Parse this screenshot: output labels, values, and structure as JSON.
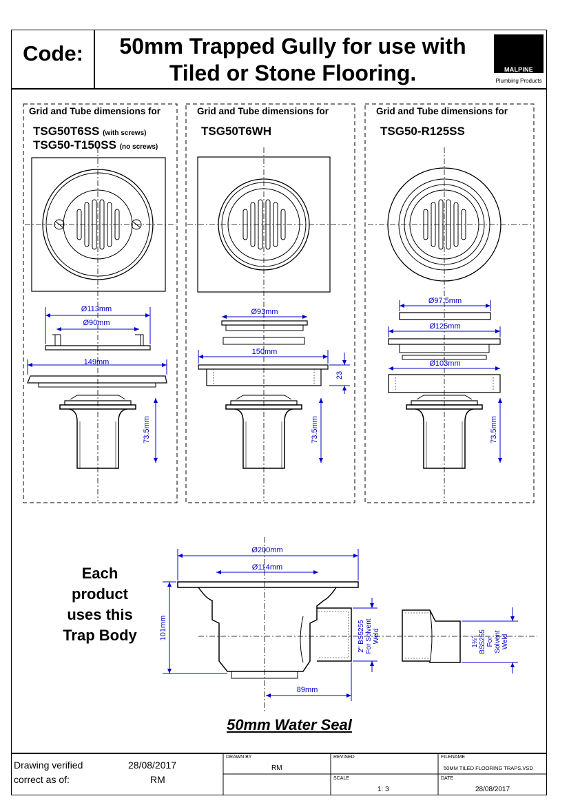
{
  "header": {
    "code_label": "Code:",
    "title_line1": "50mm Trapped Gully for use with",
    "title_line2": "Tiled or Stone Flooring.",
    "logo": {
      "name": "MALPINE",
      "tagline": "Plumbing Products"
    }
  },
  "panels": [
    {
      "heading": "Grid and Tube dimensions for",
      "code1": "TSG50T6SS",
      "code1_note": "(with screws)",
      "code2": "TSG50-T150SS",
      "code2_note": "(no screws)",
      "dims": [
        "Ø113mm",
        "Ø90mm",
        "149mm",
        "73.5mm"
      ]
    },
    {
      "heading": "Grid and Tube dimensions for",
      "code1": "TSG50T6WH",
      "dims": [
        "Ø93mm",
        "150mm",
        "23",
        "73.5mm"
      ]
    },
    {
      "heading": "Grid and Tube dimensions for",
      "code1": "TSG50-R125SS",
      "dims": [
        "Ø97.5mm",
        "Ø125mm",
        "Ø103mm",
        "73.5mm"
      ]
    }
  ],
  "trap": {
    "caption": [
      "Each",
      "product",
      "uses this",
      "Trap Body"
    ],
    "dims": [
      "Ø200mm",
      "Ø114mm",
      "101mm",
      "89mm"
    ],
    "outlet1": [
      "2\" BS5255",
      "For Solvent",
      "Weld"
    ],
    "outlet2": [
      "1½\"",
      "BS5255",
      "For",
      "Solvent",
      "Weld"
    ],
    "seal": "50mm Water Seal"
  },
  "title_block": {
    "verified_label1": "Drawing verified",
    "verified_label2": "correct as of:",
    "verified_date": "28/08/2017",
    "verified_by": "RM",
    "drawn_by_label": "DRAWN BY",
    "drawn_by": "RM",
    "revised_label": "REVISED",
    "revised": "",
    "scale_label": "SCALE",
    "scale": "1: 3",
    "filename_label": "FILENAME",
    "filename": "50MM TILED FLOORING TRAPS.VSD",
    "date_label": "DATE",
    "date": "28/08/2017"
  },
  "colors": {
    "dimension": "#0000cc",
    "line": "#000000"
  }
}
